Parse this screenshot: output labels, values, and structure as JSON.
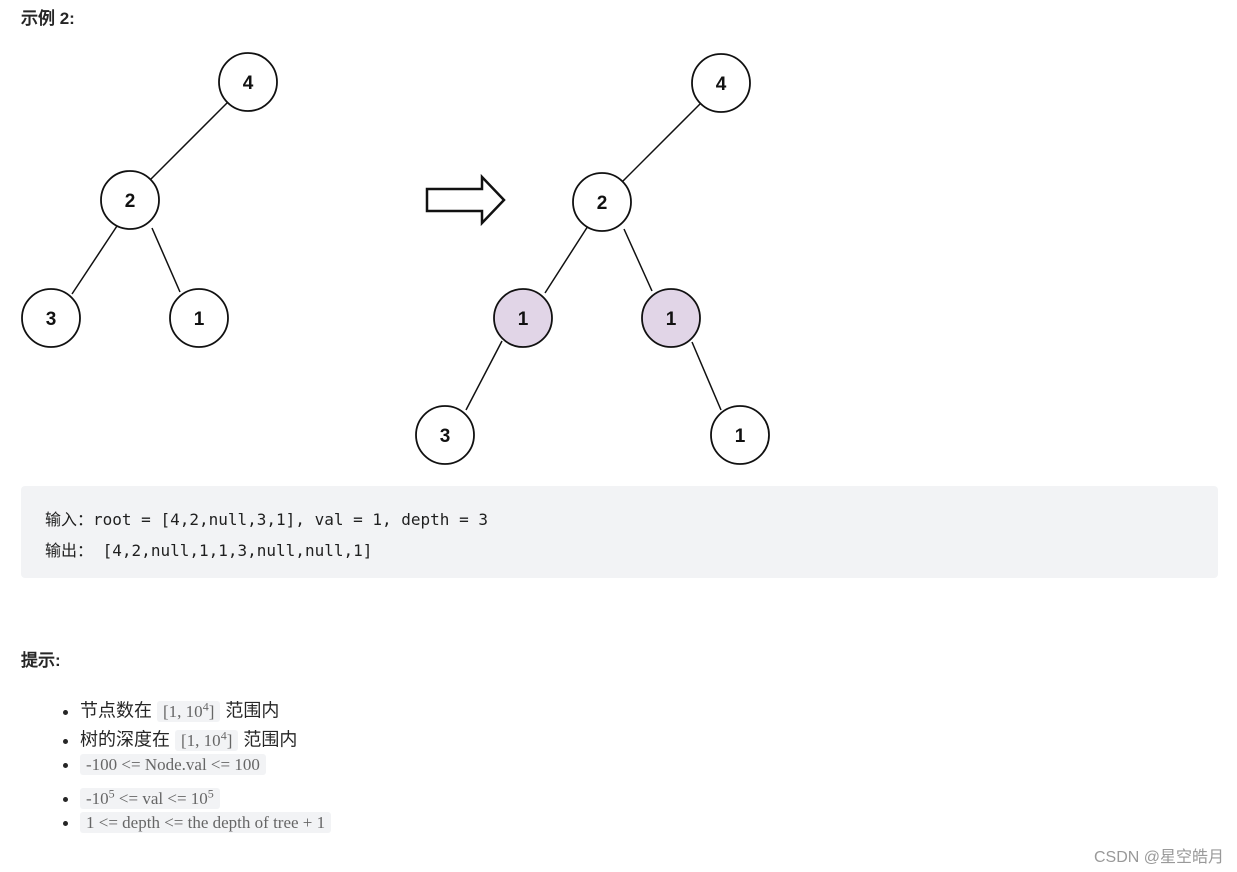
{
  "example": {
    "heading": "示例 2:",
    "input_tree": {
      "nodes": [
        {
          "id": "n4",
          "value": "4",
          "highlighted": false
        },
        {
          "id": "n2",
          "value": "2",
          "highlighted": false
        },
        {
          "id": "n3",
          "value": "3",
          "highlighted": false
        },
        {
          "id": "n1",
          "value": "1",
          "highlighted": false
        }
      ],
      "edges": [
        [
          "n4",
          "n2"
        ],
        [
          "n2",
          "n3"
        ],
        [
          "n2",
          "n1"
        ]
      ]
    },
    "arrow_icon": "right-arrow-outline-icon",
    "output_tree": {
      "nodes": [
        {
          "id": "m4",
          "value": "4",
          "highlighted": false
        },
        {
          "id": "m2",
          "value": "2",
          "highlighted": false
        },
        {
          "id": "m1a",
          "value": "1",
          "highlighted": true
        },
        {
          "id": "m1b",
          "value": "1",
          "highlighted": true
        },
        {
          "id": "m3",
          "value": "3",
          "highlighted": false
        },
        {
          "id": "m1c",
          "value": "1",
          "highlighted": false
        }
      ],
      "edges": [
        [
          "m4",
          "m2"
        ],
        [
          "m2",
          "m1a"
        ],
        [
          "m2",
          "m1b"
        ],
        [
          "m1a",
          "m3"
        ],
        [
          "m1b",
          "m1c"
        ]
      ]
    },
    "colors": {
      "highlight_fill": "#e1d5e7",
      "node_stroke": "#111111",
      "code_bg": "#f2f3f5"
    },
    "input_label": "输入：",
    "input_value": "root = [4,2,null,3,1], val = 1, depth = 3",
    "output_label": "输出：",
    "output_value": " [4,2,null,1,1,3,null,null,1]"
  },
  "hints": {
    "heading": "提示:",
    "items": [
      {
        "prefix": "节点数在 ",
        "code_a": "[1, 10",
        "code_sup": "4",
        "code_b": "]",
        "suffix": " 范围内"
      },
      {
        "prefix": "树的深度在 ",
        "code_a": "[1, 10",
        "code_sup": "4",
        "code_b": "]",
        "suffix": " 范围内"
      },
      {
        "code": "-100 <= Node.val <= 100"
      },
      {
        "code_a": "-10",
        "sup_a": "5",
        "code_b": " <= val <= 10",
        "sup_b": "5"
      },
      {
        "code": "1 <= depth <= the depth of tree + 1"
      }
    ]
  },
  "watermark": "CSDN @星空皓月"
}
